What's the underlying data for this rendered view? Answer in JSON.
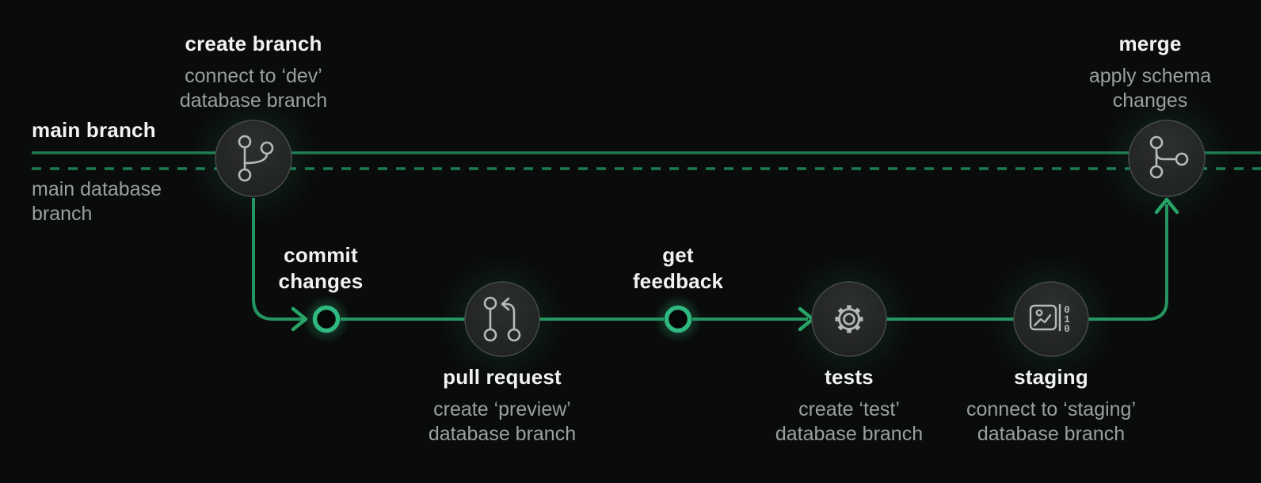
{
  "colors": {
    "background": "#0a0c0b",
    "lane_line_green": "#1d7b50",
    "flow_line_green": "#24955f",
    "bright_ring_green": "#2fb87f",
    "node_fill": "#222524",
    "node_border": "#454a48",
    "icon_stroke": "#b6bab8",
    "title_text": "#f1f3f2",
    "subtitle_text": "#9aa09d"
  },
  "lanes": {
    "main_branch_label": "main branch",
    "main_database_branch_label": "main database branch"
  },
  "steps": {
    "create_branch": {
      "title": "create branch",
      "subtitle": "connect to ‘dev’ database branch",
      "icon": "git-branch-icon"
    },
    "commit_changes": {
      "title": "commit changes",
      "icon": "commit-dot"
    },
    "pull_request": {
      "title": "pull request",
      "subtitle": "create ‘preview’ database branch",
      "icon": "git-pull-request-icon"
    },
    "get_feedback": {
      "title": "get feedback",
      "icon": "commit-dot"
    },
    "tests": {
      "title": "tests",
      "subtitle": "create ‘test’ database branch",
      "icon": "gear-icon"
    },
    "staging": {
      "title": "staging",
      "subtitle": "connect to ‘staging’ database branch",
      "icon": "data-image-icon"
    },
    "merge": {
      "title": "merge",
      "subtitle": "apply schema changes",
      "icon": "git-merge-icon"
    }
  },
  "icons": {
    "staging_digits": [
      "0",
      "1",
      "0"
    ]
  }
}
